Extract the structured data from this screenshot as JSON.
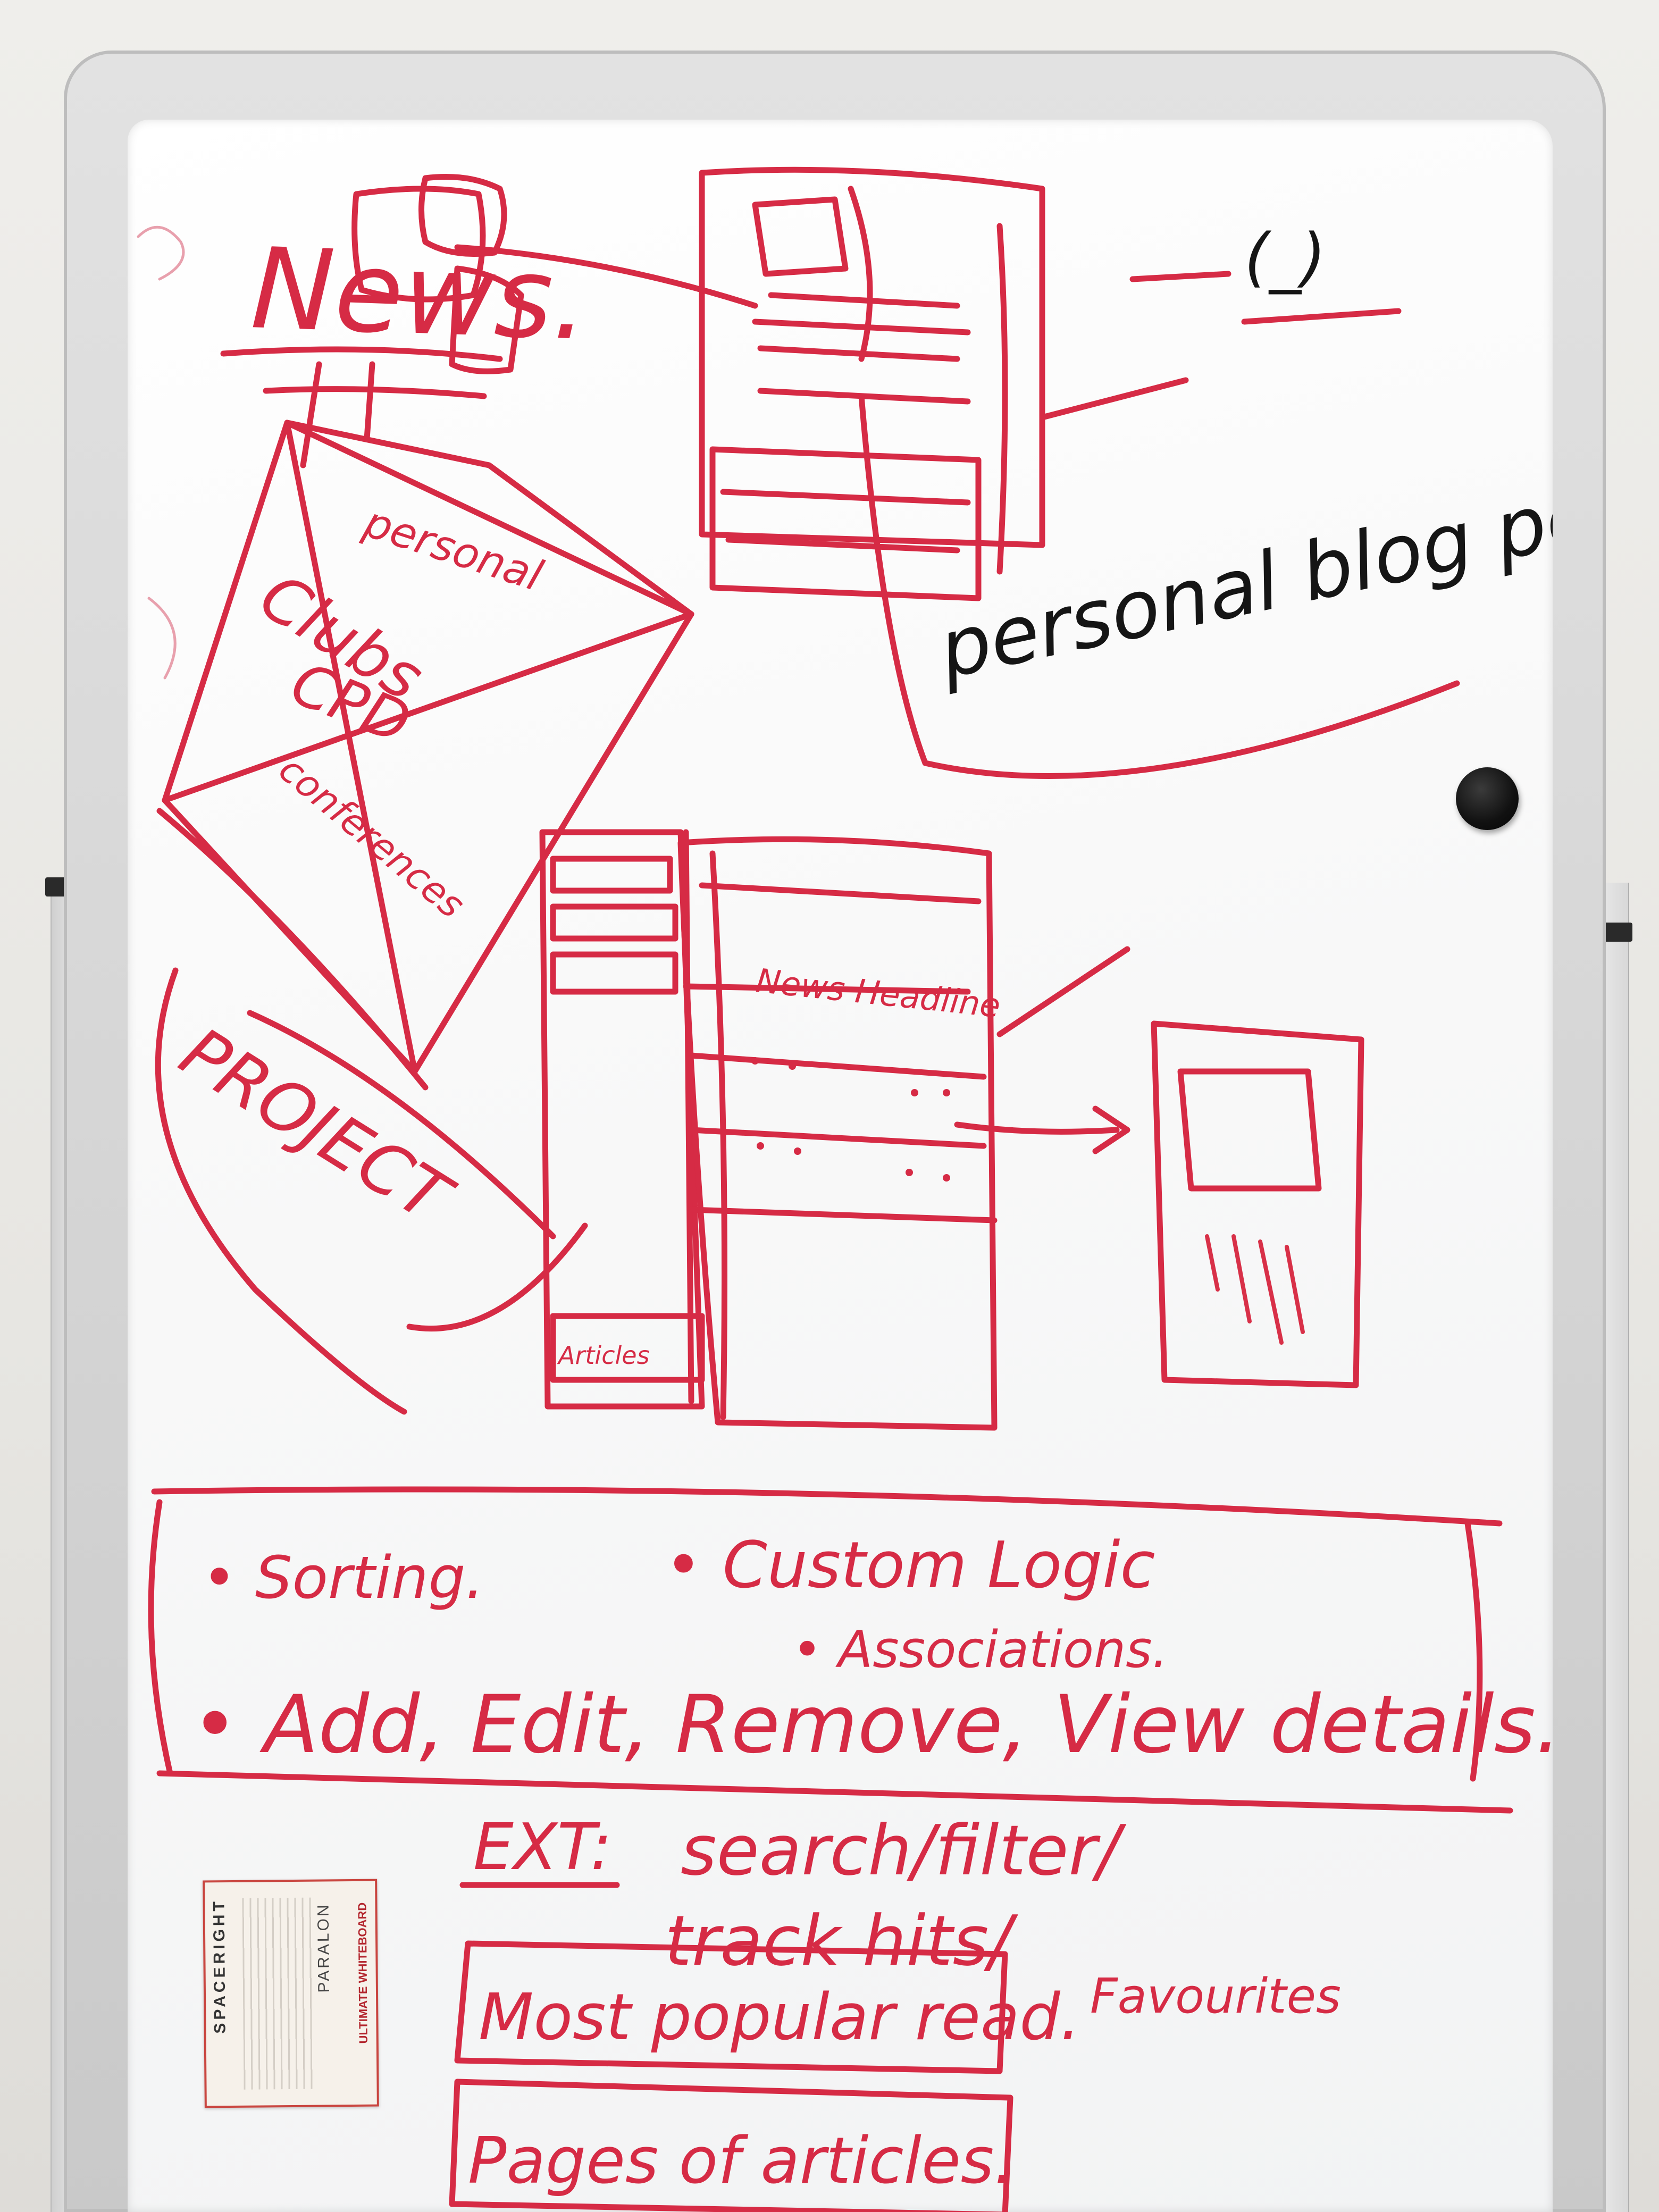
{
  "board": {
    "top_right_scribble": "(_)",
    "news_title": "News.",
    "diamond_labels": [
      "personal",
      "Clubs",
      "CPD",
      "conferences"
    ],
    "project_label": "PROJECT",
    "blog_callout": "personal blog posts/ article",
    "news_headline_label": "News Headline",
    "bottom_left_item": "Articles",
    "features": {
      "sorting": "• Sorting.",
      "custom_logic": "• Custom Logic",
      "associations": "• Associations.",
      "crud": "• Add, Edit, Remove, View details."
    },
    "ext_label": "EXT:",
    "ext_items_line1": "search/filter/",
    "ext_items_line2": "track hits/",
    "favourites": "Favourites",
    "most_popular": "Most popular read.",
    "pages_of_articles": "Pages of articles."
  },
  "sticker": {
    "brand": "SPACERIGHT",
    "maker": "PARALON",
    "product": "ULTIMATE WHITEBOARD"
  },
  "colors": {
    "marker_red": "#d62b45",
    "marker_black": "#151515",
    "frame": "#c9c9c9",
    "surface": "#ffffff"
  }
}
